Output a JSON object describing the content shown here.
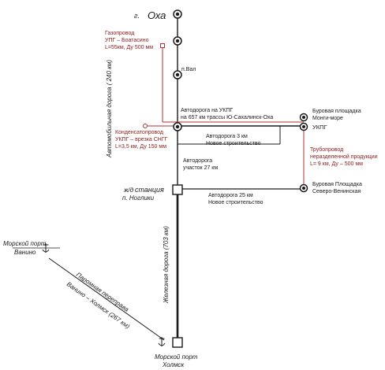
{
  "colors": {
    "ink": "#1a1a1a",
    "pipeline": "#b03030",
    "pipeline_text": "#8b1a1a"
  },
  "labels": {
    "okha_prefix": "г.",
    "okha": "Оха",
    "gas_pipeline": [
      "Газопровод",
      "УПГ – Боатасино",
      "L=55км, Ду 500 мм"
    ],
    "p_val": "п.Вал",
    "road_to_ukpg": [
      "Автодорога на УКПГ",
      "на 657 км трассы Ю-Сахалинск-Оха"
    ],
    "drill_monga": [
      "Буровая площадка",
      "Монги-море"
    ],
    "ukpg": "УКПГ",
    "condensate": [
      "Конденсатопровод",
      "УКПГ – врезка СНГГ",
      "L=3,5 км, Ду 150 мм"
    ],
    "road_3km": [
      "Автодорога 3 км",
      "Новое строительство"
    ],
    "pipeline_unsep": [
      "Трубопровод",
      "неразделенной продукции",
      "L= 9 км, Ду – 500 мм"
    ],
    "road_left": "Автомобильная дорога ( 240 км)",
    "road_27": [
      "Автодорога",
      "участок 27 км"
    ],
    "station_prefix": "ж/д",
    "station_word": "станция",
    "station_name": "п. Ноглики",
    "drill_nv": [
      "Буровая Площадка",
      "Северо-Венинская"
    ],
    "road_25": [
      "Автодорога  25 км",
      "Новое строительство"
    ],
    "sea_port_vanino": [
      "Морской порт",
      "Ванино"
    ],
    "railway": "Железная дорога (703 км)",
    "ferry": [
      "Паромная переправа",
      "Ванино – Холмск (267 км)"
    ],
    "sea_port_kholmsk": [
      "Морской порт",
      "Холмск"
    ]
  }
}
